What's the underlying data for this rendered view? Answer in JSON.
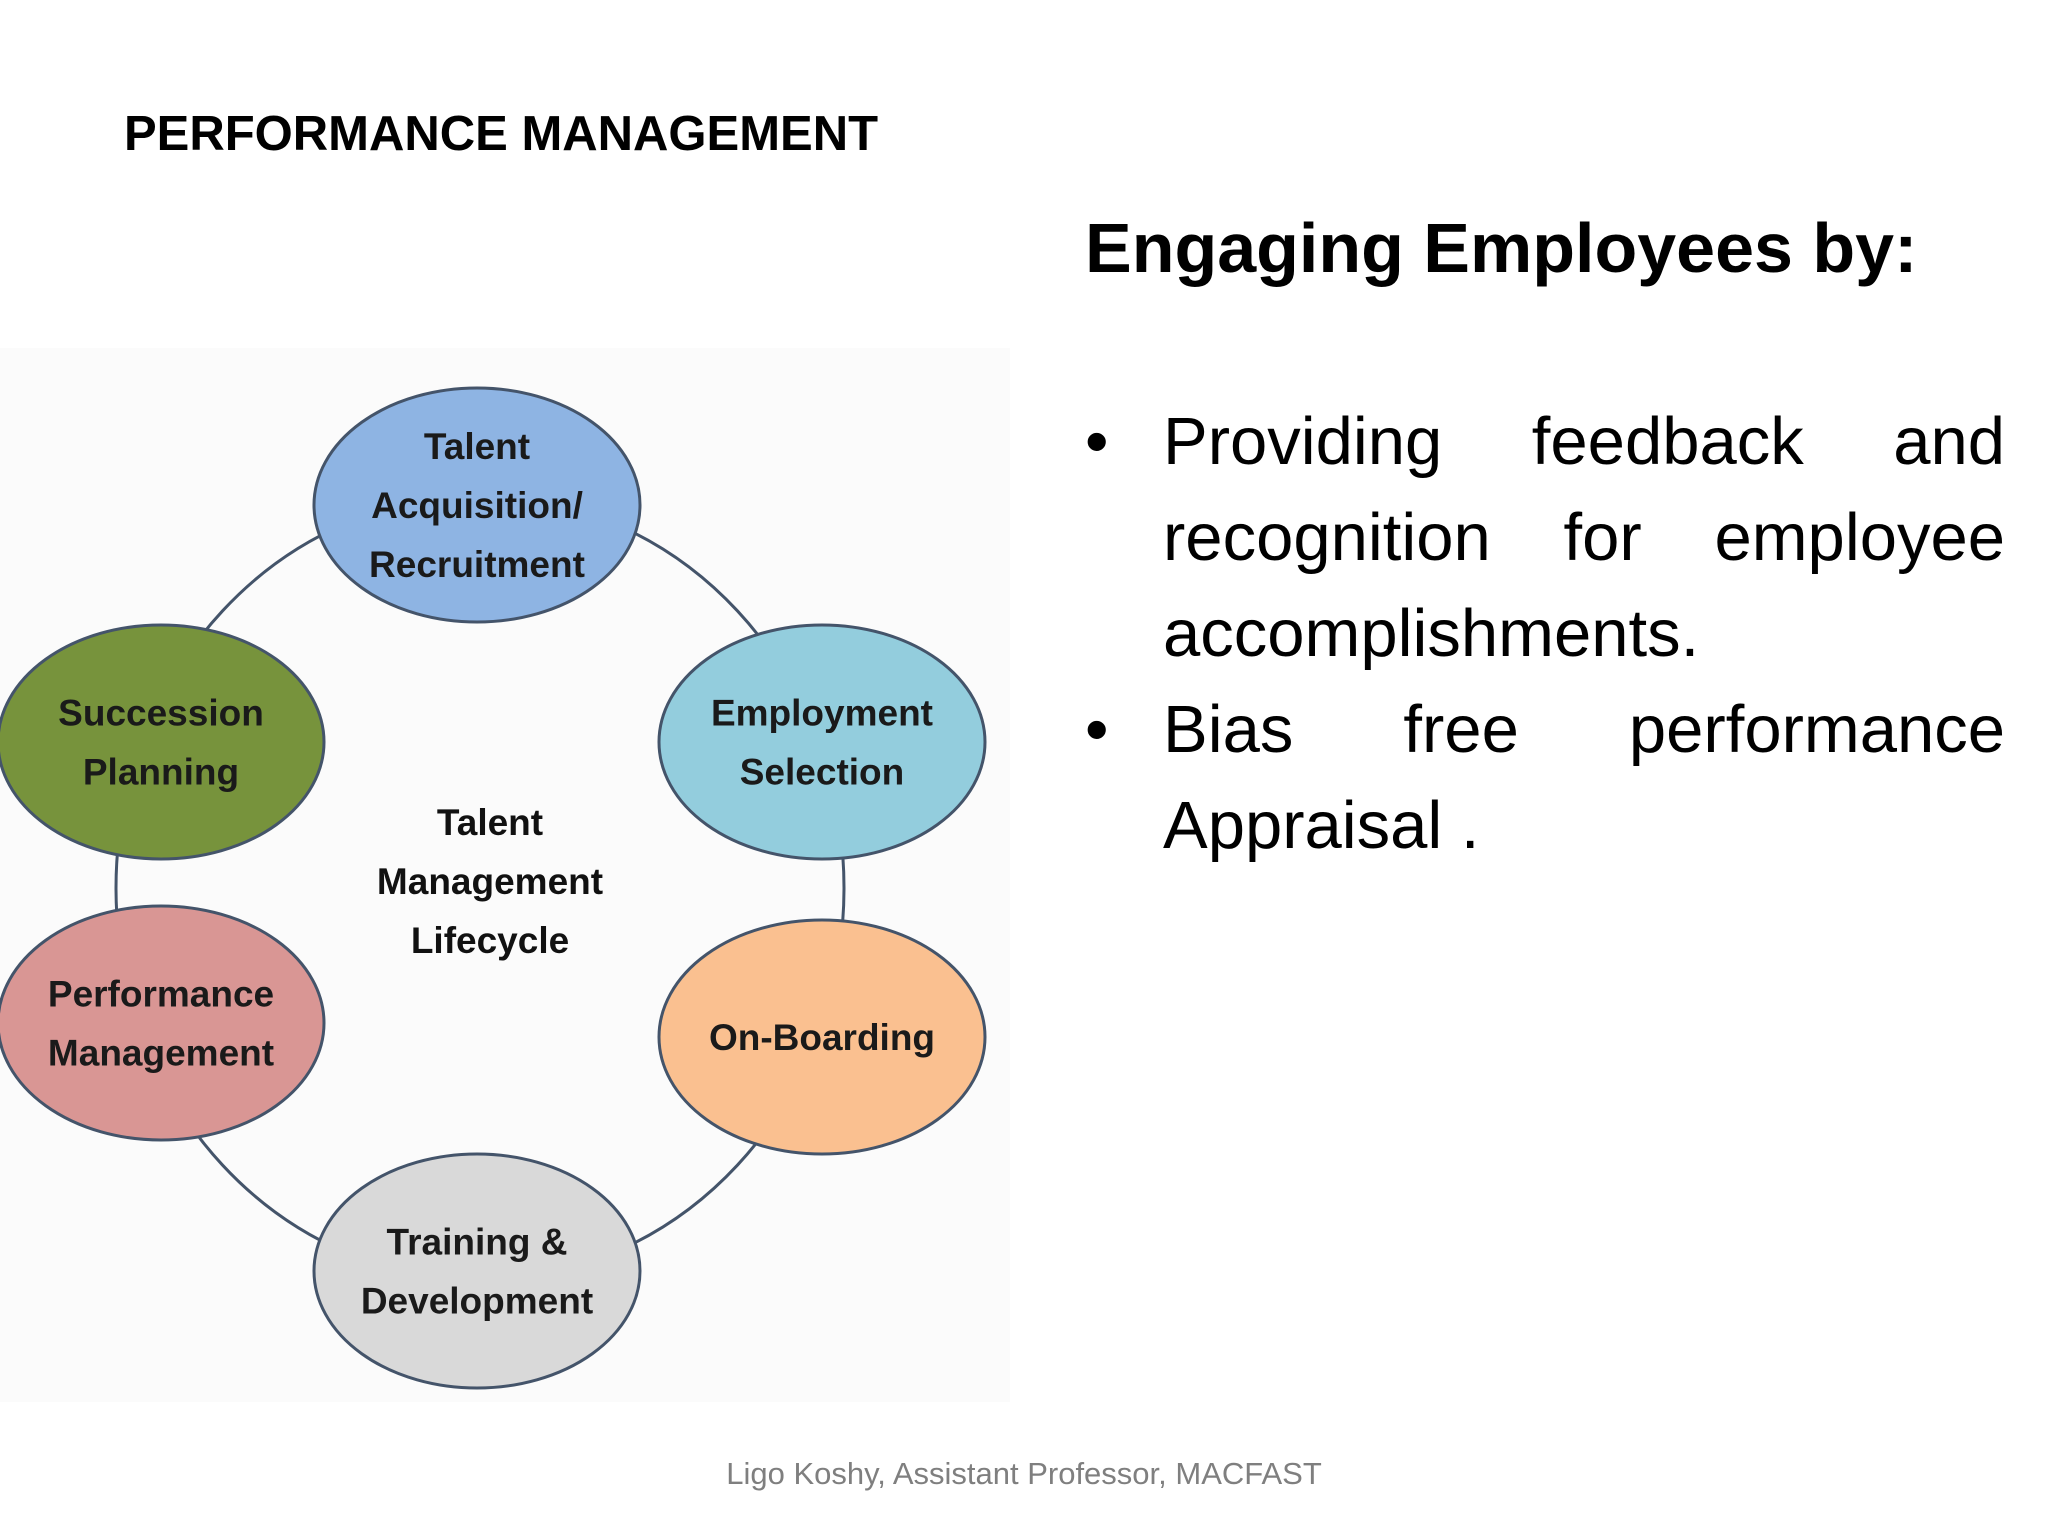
{
  "slide": {
    "heading": "PERFORMANCE MANAGEMENT",
    "footer": "Ligo Koshy, Assistant Professor, MACFAST"
  },
  "diagram": {
    "center": [
      "Talent",
      "Management",
      "Lifecycle"
    ],
    "nodes": [
      {
        "key": "talent-acquisition",
        "lines": [
          "Talent",
          "Acquisition/",
          "Recruitment"
        ],
        "color": "#8eb4e3"
      },
      {
        "key": "employment-selection",
        "lines": [
          "Employment",
          "Selection"
        ],
        "color": "#93cddd"
      },
      {
        "key": "on-boarding",
        "lines": [
          "On-Boarding"
        ],
        "color": "#fac090"
      },
      {
        "key": "training-development",
        "lines": [
          "Training &",
          "Development"
        ],
        "color": "#d9d9d9"
      },
      {
        "key": "performance-management",
        "lines": [
          "Performance",
          "Management"
        ],
        "color": "#d99694"
      },
      {
        "key": "succession-planning",
        "lines": [
          "Succession",
          "Planning"
        ],
        "color": "#77933c"
      }
    ],
    "outline_color": "#44546a"
  },
  "engagement": {
    "title": "Engaging Employees by:",
    "bullets": [
      "Providing feedback and recognition for employee accomplishments.",
      "Bias free performance Appraisal ."
    ],
    "bullet_symbol": "•"
  }
}
